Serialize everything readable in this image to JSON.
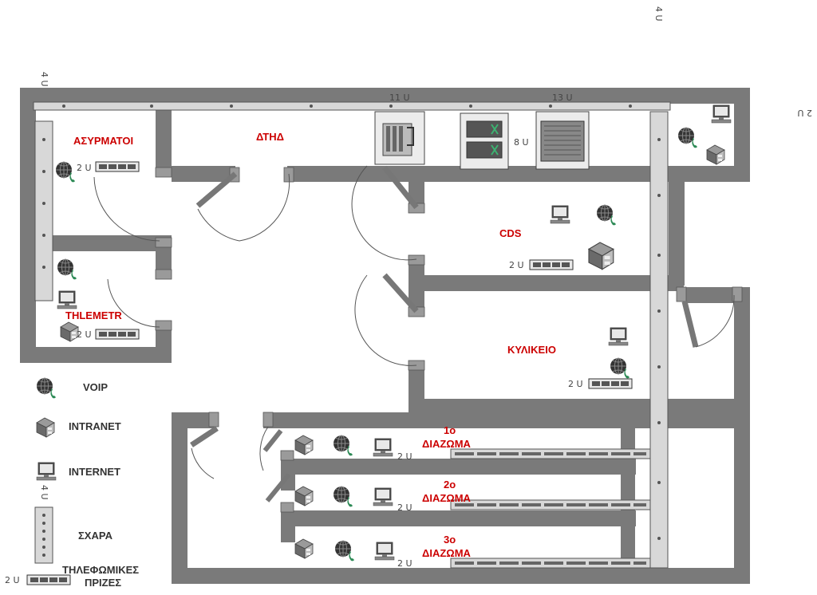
{
  "colors": {
    "wall": "#7a7a7a",
    "room_label": "#cc0000",
    "legend_text": "#333333",
    "rack": "#d8d8d8"
  },
  "rooms": {
    "asyrmatoi": "ΑΣΥΡΜΑΤΟΙ",
    "dthd": "ΔΤΗΔ",
    "thlemetr": "THLEMETR",
    "cds": "CDS",
    "kylikeio": "ΚΥΛΙΚΕΙΟ",
    "diazoma1_num": "1ο",
    "diazoma1_word": "ΔΙΑΖΩΜΑ",
    "diazoma2_num": "2ο",
    "diazoma2_word": "ΔΙΑΖΩΜΑ",
    "diazoma3_num": "3ο",
    "diazoma3_word": "ΔΙΑΖΩΜΑ"
  },
  "units": {
    "top_right": "4 U",
    "far_right": "2 U",
    "left_tray": "4 U",
    "rack_11": "11 U",
    "rack_13": "13 U",
    "rack_8": "8 U",
    "asyrm_outlet": "2 U",
    "thlem_outlet": "2 U",
    "cds_outlet": "2 U",
    "kylik_outlet": "2 U",
    "d1_outlet": "2 U",
    "d2_outlet": "2 U",
    "d3_outlet": "2 U",
    "legend_tray": "4 U",
    "legend_outlet": "2 U"
  },
  "legend": {
    "voip": "VOIP",
    "intranet": "INTRANET",
    "internet": "INTERNET",
    "tray": "ΣΧΑΡΑ",
    "outlet_line1": "ΤΗΛΕΦΩΜΙΚΕΣ",
    "outlet_line2": "ΠΡΙΖΕΣ"
  },
  "icons": [
    "voip-icon",
    "intranet-icon",
    "internet-icon",
    "cable-tray-icon",
    "phone-outlet-icon",
    "equipment-rack-icon"
  ]
}
